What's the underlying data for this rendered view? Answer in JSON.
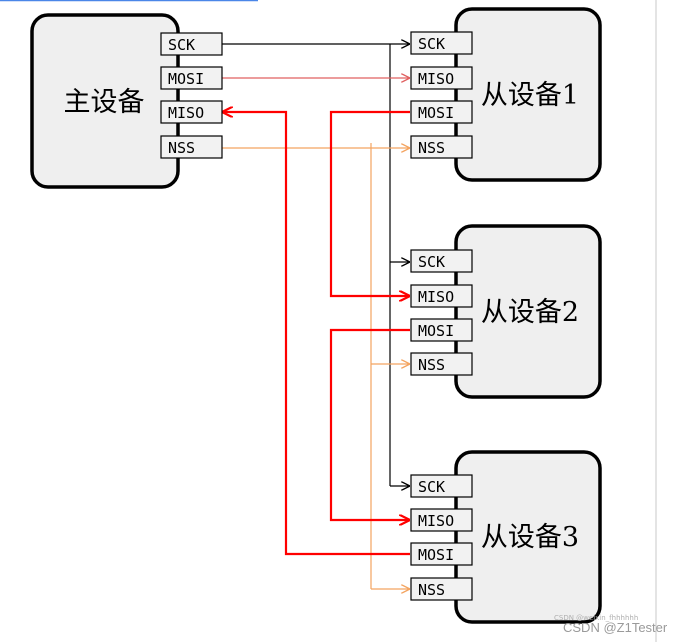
{
  "master": {
    "label": "主设备",
    "pins": [
      "SCK",
      "MOSI",
      "MISO",
      "NSS"
    ]
  },
  "slaves": [
    {
      "label": "从设备1",
      "pins": [
        "SCK",
        "MISO",
        "MOSI",
        "NSS"
      ]
    },
    {
      "label": "从设备2",
      "pins": [
        "SCK",
        "MISO",
        "MOSI",
        "NSS"
      ]
    },
    {
      "label": "从设备3",
      "pins": [
        "SCK",
        "MISO",
        "MOSI",
        "NSS"
      ]
    }
  ],
  "colors": {
    "sck": "#000000",
    "mosi": "#e06060",
    "miso": "#ff0000",
    "nss": "#f4a460",
    "device_fill": "#efefef",
    "pin_fill": "#f2f2f2",
    "top_accent": "#4a86e8"
  },
  "watermark": {
    "small": "CSDN @weixin_fhhhhhh",
    "main": "CSDN @Z1Tester"
  }
}
